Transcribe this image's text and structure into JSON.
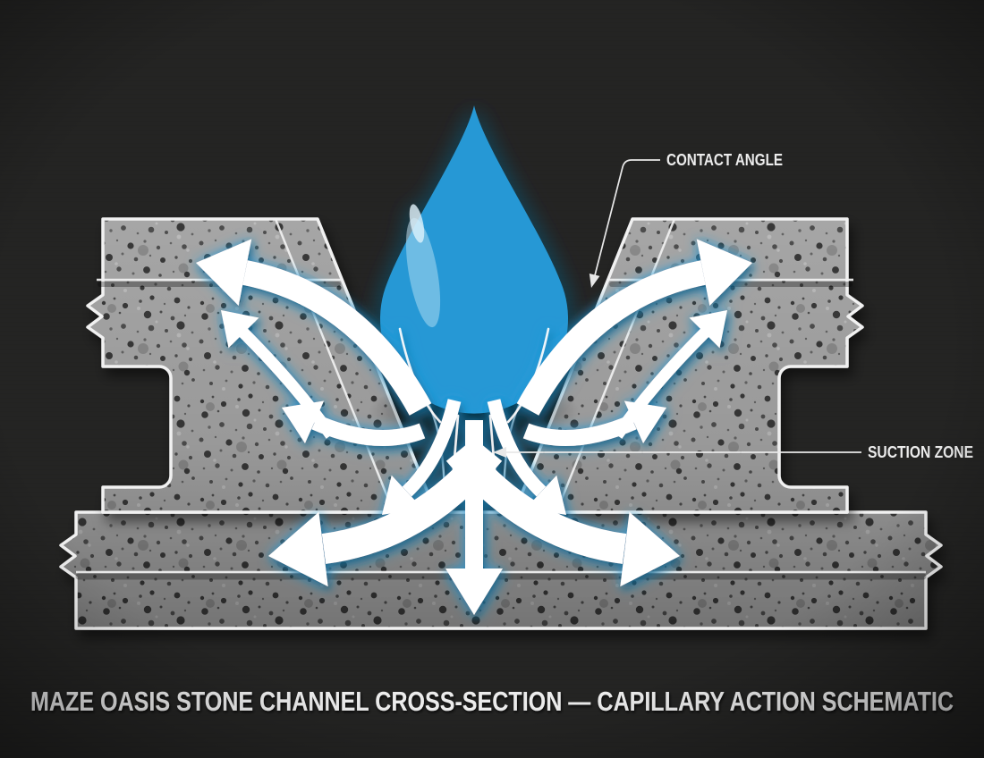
{
  "scene": {
    "caption": "MAZE OASIS STONE CHANNEL CROSS-SECTION — CAPILLARY ACTION SCHEMATIC",
    "callouts": {
      "contact_angle": "CONTACT ANGLE",
      "suction_zone": "SUCTION ZONE"
    },
    "colors": {
      "background": "#242423",
      "droplet": "#2798d5",
      "droplet_highlight": "#b5e0f4",
      "stone_base": "#a6a6a6",
      "speckle_dark": "#2f2f2f",
      "outline_white": "#f1f1f1",
      "arrow_white": "#ffffff",
      "glow_blue": "#2f9fdd",
      "text": "#ececec"
    },
    "icons": [
      "water-droplet-icon",
      "arrow-up-left-large-icon",
      "arrow-up-left-small-icon",
      "arrow-up-right-large-icon",
      "arrow-up-right-small-icon",
      "arrow-mid-left-icon",
      "arrow-mid-right-icon",
      "arrow-curl-down-left-icon",
      "arrow-curl-down-right-icon",
      "arrow-bottom-left-large-icon",
      "arrow-bottom-right-large-icon",
      "arrow-down-center-icon",
      "leader-arrow-icon"
    ]
  }
}
